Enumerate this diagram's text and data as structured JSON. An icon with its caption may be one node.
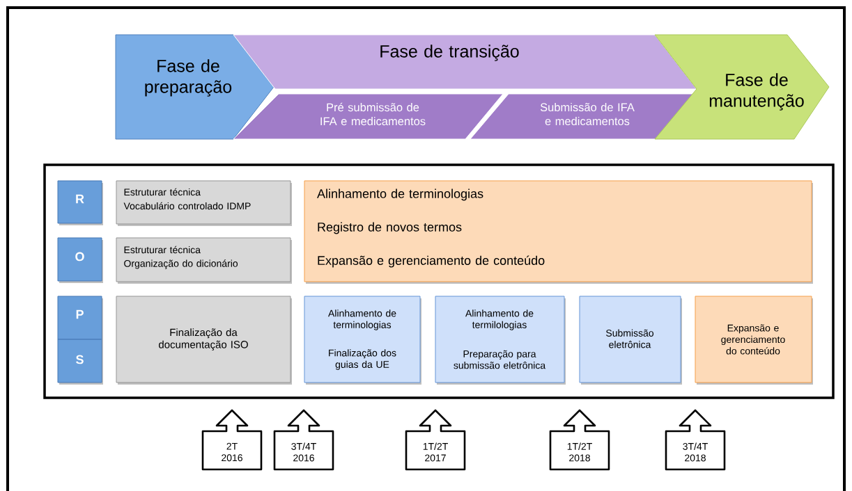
{
  "diagram": {
    "nodes": [
      {
        "text": [
          "Fase de preparação"
        ]
      },
      {
        "text": [
          "Fase de transição"
        ]
      },
      {
        "text": [
          "Pré submissão de IFA e medicamentos"
        ]
      },
      {
        "text": [
          "Submissão de IFA e medicamentos"
        ]
      },
      {
        "text": [
          "Fase de manutenção"
        ]
      },
      {
        "text": [
          "R"
        ]
      },
      {
        "text": [
          "Estruturar técnica",
          "Vocabulário controlado IDMP"
        ]
      },
      {
        "text": [
          "Alinhamento de terminologias",
          "Registro de novos termos",
          "Expansão e gerenciamento de conteúdo"
        ]
      },
      {
        "text": [
          "O"
        ]
      },
      {
        "text": [
          "Estruturar técnica",
          "Organização do dicionário"
        ]
      },
      {
        "text": [
          "P"
        ]
      },
      {
        "text": [
          "S"
        ]
      },
      {
        "text": [
          "Finalização da documentação ISO"
        ]
      },
      {
        "text": [
          "Alinhamento de terminologias",
          "Finalização dos guias da UE"
        ]
      },
      {
        "text": [
          "Alinhamento de termilologias",
          "Preparação para submissão eletrônica"
        ]
      },
      {
        "text": [
          "Submissão eletrônica"
        ]
      },
      {
        "text": [
          "Expansão e gerenciamento do conteúdo"
        ]
      },
      {
        "text": [
          "2T 2016"
        ]
      },
      {
        "text": [
          "3T/4T 2016"
        ]
      },
      {
        "text": [
          "1T/2T 2017"
        ]
      },
      {
        "text": [
          "1T/2T 2018"
        ]
      },
      {
        "text": [
          "3T/4T 2018"
        ]
      }
    ]
  }
}
